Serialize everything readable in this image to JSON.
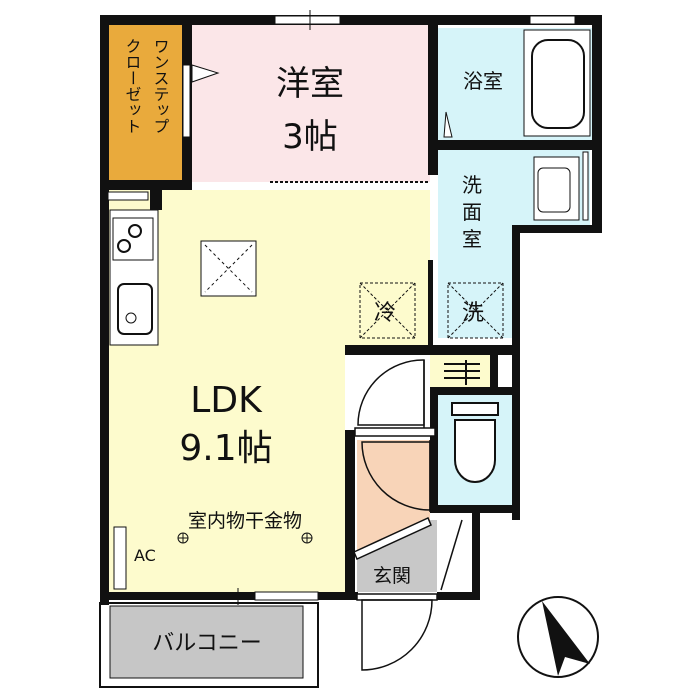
{
  "rooms": {
    "closet": {
      "label_line1": "ワンステップ",
      "label_line2": "クローゼット"
    },
    "western_room": {
      "name": "洋室",
      "size": "3帖"
    },
    "bath": {
      "name": "浴室"
    },
    "washroom": {
      "name_chars": [
        "洗",
        "面",
        "室"
      ]
    },
    "ldk": {
      "name": "LDK",
      "size": "9.1帖"
    },
    "entrance": {
      "name": "玄関"
    },
    "balcony": {
      "name": "バルコニー"
    }
  },
  "fixtures": {
    "fridge_label": "冷",
    "washer_label": "洗",
    "drying_rack_label": "室内物干金物",
    "ac_label": "AC"
  },
  "colors": {
    "closet": "#e9aa3c",
    "western_room": "#fbe6e8",
    "wet_areas": "#d6f4f9",
    "ldk": "#fdfbcd",
    "entry_hall": "#f8d4b8",
    "genkan": "#c8c8c8",
    "balcony": "#c6c6c6",
    "wall": "#111111"
  }
}
